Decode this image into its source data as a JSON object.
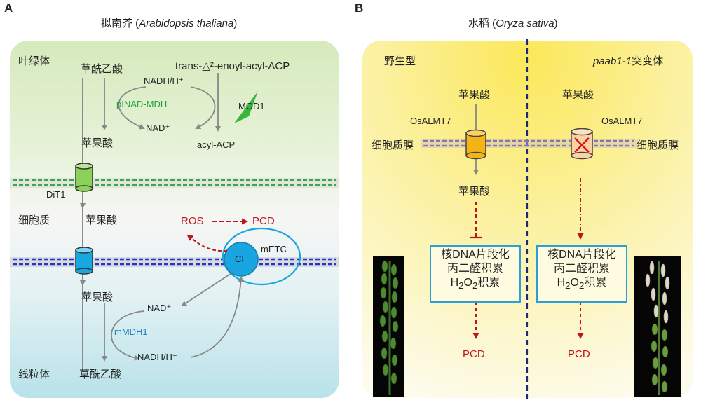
{
  "panel_a": {
    "letter": "A",
    "title_cn": "拟南芥",
    "title_latin": "Arabidopsis thaliana",
    "chloroplast_label": "叶绿体",
    "cytoplasm_label": "细胞质",
    "mitochondria_label": "线粒体",
    "oaa_top": "草酰乙酸",
    "malate_chloro": "苹果酸",
    "nadh_top": "NADH/H⁺",
    "nad_top": "NAD⁺",
    "enzyme_pl": "pINAD-MDH",
    "enoyl": "trans-△²-enoyl-acyl-ACP",
    "acyl": "acyl-ACP",
    "mod1": "MOD1",
    "dit1": "DiT1",
    "malate_cyto": "苹果酸",
    "ros": "ROS",
    "pcd": "PCD",
    "ci": "CI",
    "metc": "mETC",
    "malate_mito": "苹果酸",
    "nad_mito": "NAD⁺",
    "enzyme_m": "mMDH1",
    "nadh_mito": "NADH/H⁺",
    "oaa_bottom": "草酰乙酸"
  },
  "panel_b": {
    "letter": "B",
    "title_cn": "水稻",
    "title_latin": "Oryza sativa",
    "wild_type": "野生型",
    "mutant_italic": "paab1-1",
    "mutant_suffix": "突变体",
    "malate_top": "苹果酸",
    "transporter": "OsALMT7",
    "membrane": "细胞质膜",
    "malate_in": "苹果酸",
    "box_line1": "核DNA片段化",
    "box_line2": "丙二醛积累",
    "box_line3_pre": "H",
    "box_line3_sub1": "2",
    "box_line3_mid": "O",
    "box_line3_sub2": "2",
    "box_line3_post": "积累",
    "pcd": "PCD"
  },
  "colors": {
    "chloroplast_bg": "#dcecc4",
    "mitochondria_bg": "#c2e6ec",
    "green_enzyme": "#23a33a",
    "blue_enzyme": "#1a80c4",
    "red": "#c0141b",
    "divider": "#1a2a7a"
  }
}
